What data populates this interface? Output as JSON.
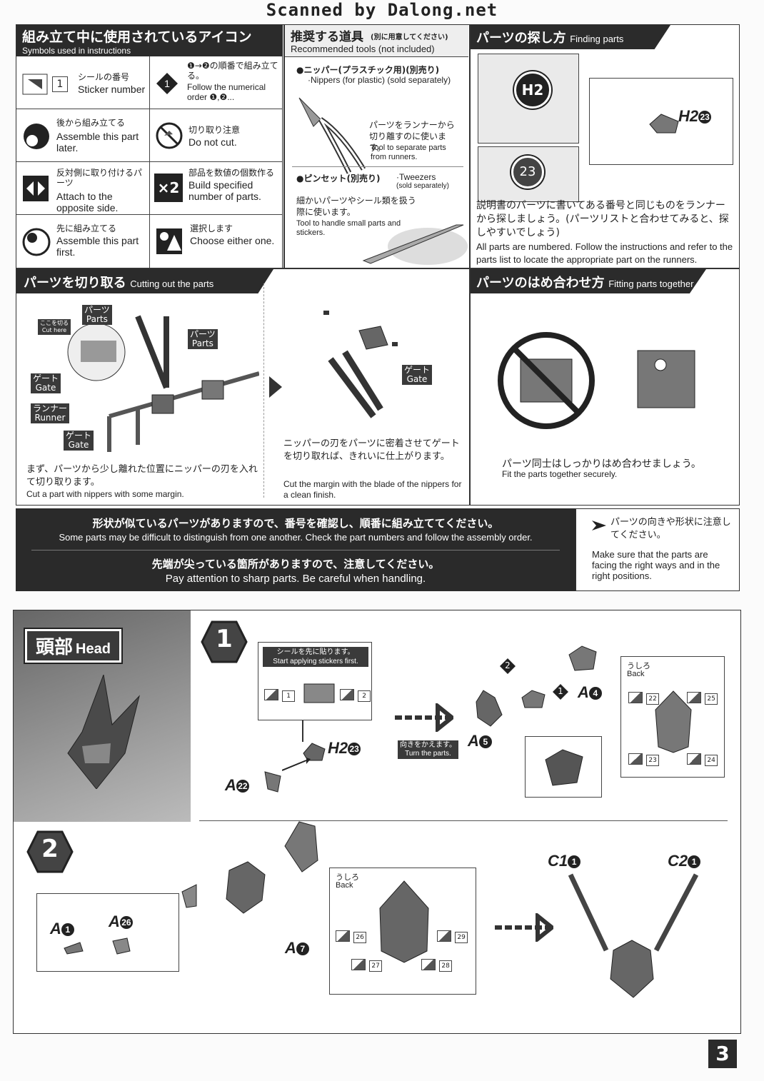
{
  "scan_credit": "Scanned by Dalong.net",
  "icons_section": {
    "title_jp": "組み立て中に使用されているアイコン",
    "title_en": "Symbols used in instructions",
    "items": [
      {
        "jp": "シールの番号",
        "en": "Sticker number",
        "icon": "sticker-number-icon",
        "num": "1"
      },
      {
        "jp": "❶→❷の順番で組み立てる。",
        "en": "Follow the numerical order ❶,❷...",
        "icon": "numerical-order-icon"
      },
      {
        "jp": "後から組み立てる",
        "en": "Assemble this part later.",
        "icon": "assemble-later-icon"
      },
      {
        "jp": "切り取り注意",
        "en": "Do not cut.",
        "icon": "do-not-cut-icon"
      },
      {
        "jp": "反対側に取り付けるパーツ",
        "en": "Attach to the opposite side.",
        "icon": "opposite-side-icon"
      },
      {
        "jp": "部品を数値の個数作る",
        "en": "Build specified number of parts.",
        "icon": "multiply-icon",
        "num": "×2"
      },
      {
        "jp": "先に組み立てる",
        "en": "Assemble this part first.",
        "icon": "assemble-first-icon"
      },
      {
        "jp": "選択します",
        "en": "Choose either one.",
        "icon": "choose-either-icon"
      }
    ]
  },
  "tools_section": {
    "title_jp": "推奨する道具",
    "title_note_jp": "(別に用意してください)",
    "title_en": "Recommended tools (not included)",
    "nippers_title": "●ニッパー(プラスチック用)(別売り)",
    "nippers_en": "·Nippers (for plastic) (sold separately)",
    "nippers_desc_jp": "パーツをランナーから切り離すのに使います。",
    "nippers_desc_en": "Tool to separate parts from runners.",
    "tweezers_title": "●ピンセット(別売り)",
    "tweezers_en": "·Tweezers",
    "tweezers_en2": "(sold separately)",
    "tweezers_desc_jp": "細かいパーツやシール類を扱う際に使います。",
    "tweezers_desc_en": "Tool to handle small parts and stickers."
  },
  "finding_section": {
    "title_jp": "パーツの探し方",
    "title_en": "Finding parts",
    "runner_label": "H2",
    "part_circle": "23",
    "part_ref": "H2",
    "part_ref_num": "23",
    "desc_jp": "説明書のパーツに書いてある番号と同じものをランナーから探しましょう。(パーツリストと合わせてみると、探しやすいでしょう)",
    "desc_en": "All parts are numbered. Follow the instructions and refer to the parts list to locate the appropriate part on the runners."
  },
  "cutting_section": {
    "title_jp": "パーツを切り取る",
    "title_en": "Cutting out the parts",
    "cut_here_jp": "ここを切る",
    "cut_here_en": "Cut here",
    "parts_jp": "パーツ",
    "parts_en": "Parts",
    "gate_jp": "ゲート",
    "gate_en": "Gate",
    "runner_jp": "ランナー",
    "runner_en": "Runner",
    "step1_jp": "まず、パーツから少し離れた位置にニッパーの刃を入れて切り取ります。",
    "step1_en": "Cut a part with nippers with some margin.",
    "step2_jp": "ニッパーの刃をパーツに密着させてゲートを切り取れば、きれいに仕上がります。",
    "step2_en": "Cut the margin with the blade of the nippers for a clean finish."
  },
  "fitting_section": {
    "title_jp": "パーツのはめ合わせ方",
    "title_en": "Fitting parts together",
    "desc_jp": "パーツ同士はしっかりはめ合わせましょう。",
    "desc_en": "Fit the parts together securely."
  },
  "warning_section": {
    "line1_jp": "形状が似ているパーツがありますので、番号を確認し、順番に組み立ててください。",
    "line1_en": "Some parts may be difficult to distinguish from one another. Check the part numbers and follow the assembly order.",
    "line2_jp": "先端が尖っている箇所がありますので、注意してください。",
    "line2_en": "Pay attention to sharp parts. Be careful when handling.",
    "side_jp": "パーツの向きや形状に注意してください。",
    "side_en": "Make sure that the parts are facing the right ways and in the right positions."
  },
  "head_section": {
    "title_jp": "頭部",
    "title_en": "Head",
    "step1": {
      "number": "1",
      "sticker_note_jp": "シールを先に貼ります。",
      "sticker_note_en": "Start applying stickers first.",
      "sticker_a": "1",
      "sticker_b": "2",
      "turn_jp": "向きをかえます。",
      "turn_en": "Turn the parts.",
      "back_jp": "うしろ",
      "back_en": "Back",
      "back_stickers": [
        "22",
        "25",
        "23",
        "24"
      ],
      "parts": [
        {
          "letter": "H2",
          "num": "23"
        },
        {
          "letter": "A",
          "num": "22"
        },
        {
          "letter": "A",
          "num": "4"
        },
        {
          "letter": "A",
          "num": "5"
        }
      ],
      "order": [
        "1",
        "2"
      ]
    },
    "step2": {
      "number": "2",
      "back_jp": "うしろ",
      "back_en": "Back",
      "back_stickers": [
        "26",
        "29",
        "27",
        "28"
      ],
      "parts": [
        {
          "letter": "A",
          "num": "1"
        },
        {
          "letter": "A",
          "num": "26"
        },
        {
          "letter": "A",
          "num": "7"
        },
        {
          "letter": "C1",
          "num": "1"
        },
        {
          "letter": "C2",
          "num": "1"
        }
      ]
    }
  },
  "page_number": "3"
}
